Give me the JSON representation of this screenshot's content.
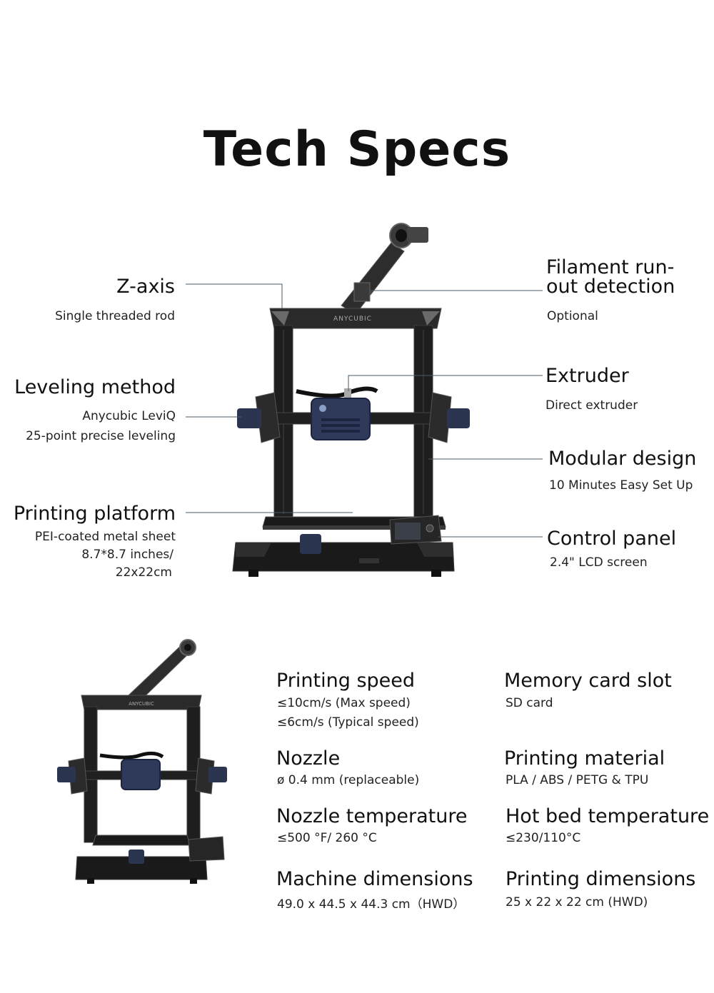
{
  "page": {
    "title": "Tech Specs",
    "brand": "ANYCUBIC"
  },
  "features": {
    "z_axis": {
      "title": "Z-axis",
      "desc": "Single threaded rod"
    },
    "leveling": {
      "title": "Leveling method",
      "desc1": "Anycubic LeviQ",
      "desc2": "25-point precise leveling"
    },
    "platform": {
      "title": "Printing platform",
      "desc1": "PEI-coated metal sheet",
      "desc2": "8.7*8.7 inches/",
      "desc3": "22x22cm"
    },
    "filament": {
      "title1": "Filament run-",
      "title2": "out detection",
      "desc": "Optional"
    },
    "extruder": {
      "title": "Extruder",
      "desc": "Direct extruder"
    },
    "modular": {
      "title": "Modular design",
      "desc": "10 Minutes Easy Set Up"
    },
    "control": {
      "title": "Control panel",
      "desc": "2.4\" LCD screen"
    }
  },
  "specs": {
    "speed": {
      "title": "Printing speed",
      "l1": "≤10cm/s (Max speed)",
      "l2": "≤6cm/s (Typical speed)"
    },
    "memory": {
      "title": "Memory card slot",
      "l1": "SD card"
    },
    "nozzle": {
      "title": "Nozzle",
      "l1": "ø 0.4 mm (replaceable)"
    },
    "material": {
      "title": "Printing material",
      "l1": "PLA / ABS / PETG & TPU"
    },
    "nozzle_temp": {
      "title": "Nozzle temperature",
      "l1": "≤500 °F/ 260 °C"
    },
    "bed_temp": {
      "title": "Hot bed temperature",
      "l1": "≤230/110°C"
    },
    "machine_dim": {
      "title": "Machine dimensions",
      "l1": "49.0 x 44.5 x 44.3 cm（HWD）"
    },
    "print_dim": {
      "title": "Printing dimensions",
      "l1": "25 x 22 x 22 cm (HWD)"
    }
  }
}
